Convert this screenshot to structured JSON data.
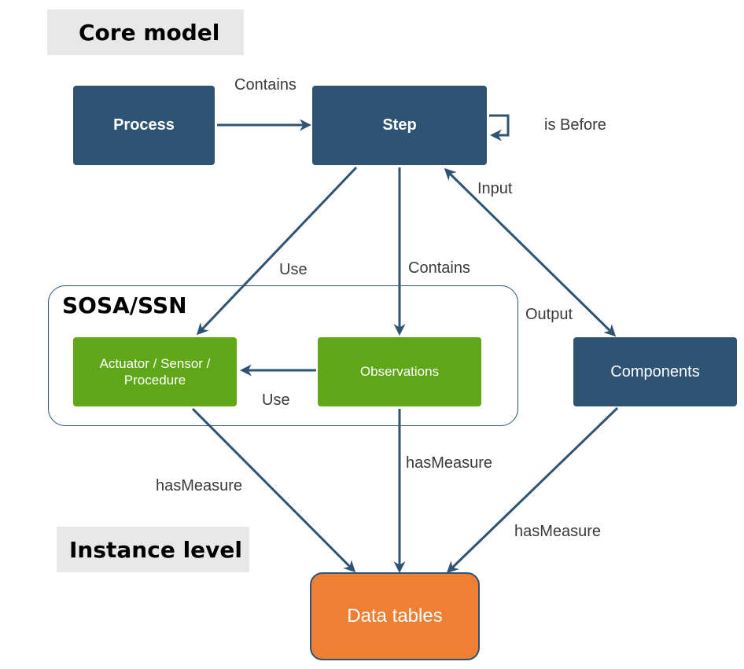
{
  "labels": {
    "core_model": "Core model",
    "instance_level": "Instance level",
    "sosa_ssn": "SOSA/SSN"
  },
  "nodes": {
    "process": "Process",
    "step": "Step",
    "actuator_line1": "Actuator / Sensor /",
    "actuator_line2": "Procedure",
    "observations": "Observations",
    "components": "Components",
    "data_tables": "Data tables"
  },
  "edges": {
    "process_step": "Contains",
    "step_self": "is Before",
    "step_actuator": "Use",
    "step_observations": "Contains",
    "components_step": "Input",
    "step_components": "Output",
    "observations_actuator": "Use",
    "actuator_data": "hasMeasure",
    "observations_data": "hasMeasure",
    "components_data": "hasMeasure"
  },
  "colors": {
    "dark_blue": "#2e5373",
    "green": "#5fa718",
    "orange": "#ef7f33",
    "label_bg": "#e8e8e8"
  }
}
